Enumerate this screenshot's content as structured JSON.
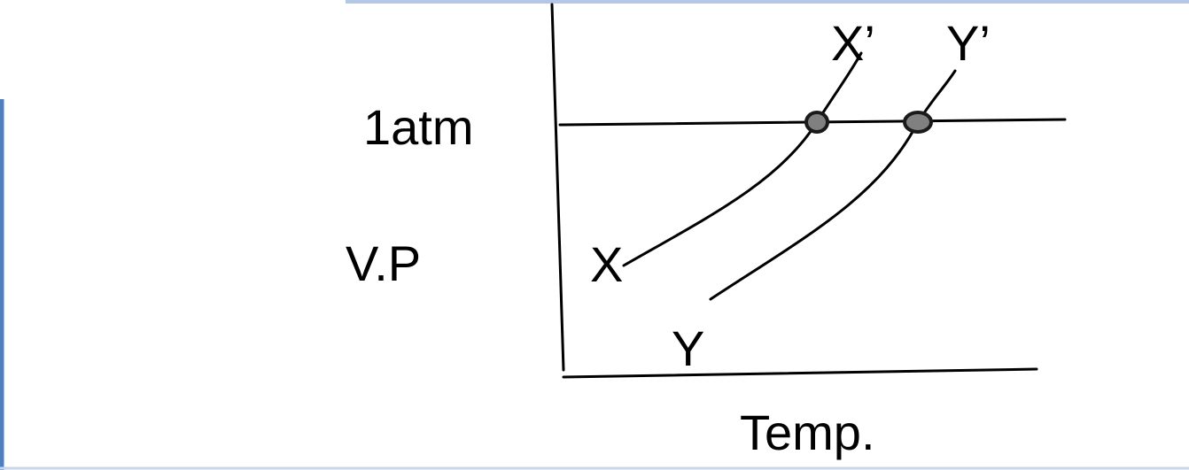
{
  "labels": {
    "y_axis": "V.P",
    "x_axis": "Temp.",
    "reference_line": "1atm",
    "curve_x_start": "X",
    "curve_x_end": "X’",
    "curve_y_start": "Y",
    "curve_y_end": "Y’"
  },
  "colors": {
    "ink": "#000000",
    "point_fill": "#808080",
    "frame_accent": "#b4c8e6",
    "frame_left": "#4f7fbf"
  }
}
